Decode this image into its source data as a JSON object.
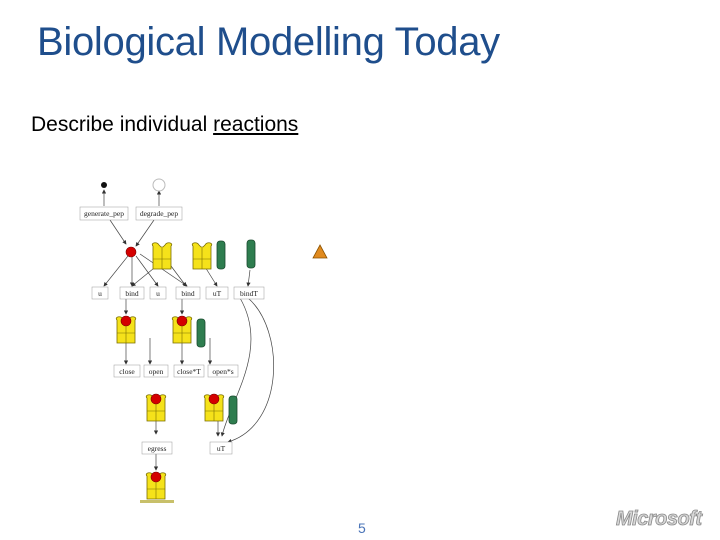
{
  "slide": {
    "title": "Biological Modelling Today",
    "subtitle_prefix": "Describe individual ",
    "subtitle_link": "reactions",
    "page_number": "5",
    "logo_text": "Microsoft"
  },
  "diagram": {
    "labels": {
      "generate": "generate_pep",
      "degrade": "degrade_pep",
      "u": "u",
      "bind": "bind",
      "u2": "u",
      "bind2": "bind",
      "uT": "uT",
      "bindT": "bindT",
      "close": "close",
      "open": "open",
      "closeT": "close*T",
      "openT": "open*s",
      "egress": "egress",
      "uT2": "uT"
    }
  },
  "colors": {
    "title": "#1f4e8c",
    "protein": "#f5e21a",
    "peptide": "#d40000",
    "tapasin": "#2e7d4f",
    "marker": "#e08a1e"
  }
}
